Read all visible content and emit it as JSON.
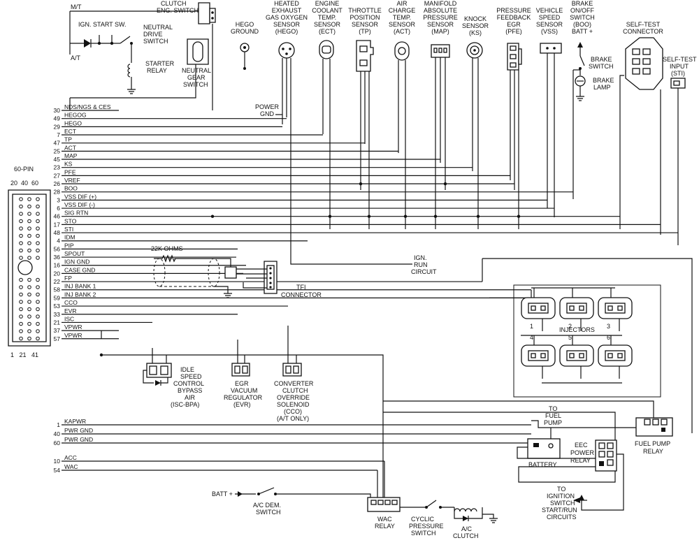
{
  "connector": {
    "title": "60-PIN",
    "top_pins": "20  40  60",
    "bottom_pins": "1   21   41"
  },
  "signals": [
    {
      "pin": "30",
      "name": "NDS/NGS & CES"
    },
    {
      "pin": "49",
      "name": "HEGOG"
    },
    {
      "pin": "29",
      "name": "HEGO"
    },
    {
      "pin": "7",
      "name": "ECT"
    },
    {
      "pin": "47",
      "name": "TP"
    },
    {
      "pin": "25",
      "name": "ACT"
    },
    {
      "pin": "45",
      "name": "MAP"
    },
    {
      "pin": "23",
      "name": "KS"
    },
    {
      "pin": "27",
      "name": "PFE"
    },
    {
      "pin": "26",
      "name": "VREF"
    },
    {
      "pin": "28",
      "name": "BOO"
    },
    {
      "pin": "3",
      "name": "VSS DIF (+)"
    },
    {
      "pin": "6",
      "name": "VSS DIF (-)"
    },
    {
      "pin": "46",
      "name": "SIG RTN"
    },
    {
      "pin": "17",
      "name": "STO"
    },
    {
      "pin": "48",
      "name": "STI"
    },
    {
      "pin": "4",
      "name": "IDM"
    },
    {
      "pin": "56",
      "name": "PIP"
    },
    {
      "pin": "36",
      "name": "SPOUT"
    },
    {
      "pin": "16",
      "name": "IGN GND"
    },
    {
      "pin": "20",
      "name": "CASE GND"
    },
    {
      "pin": "22",
      "name": "FP"
    },
    {
      "pin": "58",
      "name": "INJ BANK 1"
    },
    {
      "pin": "59",
      "name": "INJ BANK 2"
    },
    {
      "pin": "53",
      "name": "CCO"
    },
    {
      "pin": "33",
      "name": "EVR"
    },
    {
      "pin": "21",
      "name": "ISC"
    },
    {
      "pin": "37",
      "name": "VPWR"
    },
    {
      "pin": "57",
      "name": "VPWR"
    }
  ],
  "power_signals": [
    {
      "pin": "1",
      "name": "KAPWR"
    },
    {
      "pin": "40",
      "name": "PWR GND"
    },
    {
      "pin": "60",
      "name": "PWR GND"
    },
    {
      "pin": "10",
      "name": "ACC"
    },
    {
      "pin": "54",
      "name": "WAC"
    }
  ],
  "sensors": [
    {
      "id": "hego_ground",
      "lines": [
        "HEGO",
        "GROUND"
      ]
    },
    {
      "id": "hego",
      "lines": [
        "HEATED",
        "EXHAUST",
        "GAS OXYGEN",
        "SENSOR",
        "(HEGO)"
      ]
    },
    {
      "id": "ect",
      "lines": [
        "ENGINE",
        "COOLANT",
        "TEMP.",
        "SENSOR",
        "(ECT)"
      ]
    },
    {
      "id": "tp",
      "lines": [
        "THROTTLE",
        "POSITION",
        "SENSOR",
        "(TP)"
      ]
    },
    {
      "id": "act",
      "lines": [
        "AIR",
        "CHARGE",
        "TEMP.",
        "SENSOR",
        "(ACT)"
      ]
    },
    {
      "id": "map",
      "lines": [
        "MANIFOLD",
        "ABSOLUTE",
        "PRESSURE",
        "SENSOR",
        "(MAP)"
      ]
    },
    {
      "id": "ks",
      "lines": [
        "KNOCK",
        "SENSOR",
        "(KS)"
      ]
    },
    {
      "id": "pfe",
      "lines": [
        "PRESSURE",
        "FEEDBACK",
        "EGR",
        "(PFE)"
      ]
    },
    {
      "id": "vss",
      "lines": [
        "VEHICLE",
        "SPEED",
        "SENSOR",
        "(VSS)"
      ]
    },
    {
      "id": "boo",
      "lines": [
        "BRAKE",
        "ON/OFF",
        "SWITCH",
        "(BOO)",
        "BATT +"
      ]
    },
    {
      "id": "self_test",
      "lines": [
        "SELF-TEST",
        "CONNECTOR"
      ]
    }
  ],
  "labels": {
    "mt": "M/T",
    "at": "A/T",
    "ign_start_sw": "IGN. START SW.",
    "neutral_drive_switch": [
      "NEUTRAL",
      "DRIVE",
      "SWITCH"
    ],
    "starter_relay": [
      "STARTER",
      "RELAY"
    ],
    "clutch_eng_switch": [
      "CLUTCH",
      "ENG. SWITCH"
    ],
    "neutral_gear_switch": [
      "NEUTRAL",
      "GEAR",
      "SWITCH"
    ],
    "power_gnd": [
      "POWER",
      "GND"
    ],
    "brake_switch": [
      "BRAKE",
      "SWITCH"
    ],
    "brake_lamp": [
      "BRAKE",
      "LAMP"
    ],
    "sti": [
      "SELF-TEST",
      "INPUT",
      "(STI)"
    ],
    "ign_run": [
      "IGN.",
      "RUN",
      "CIRCUIT"
    ],
    "resistor": "22K OHMS",
    "tfi": [
      "TFI",
      "CONNECTOR"
    ],
    "injectors": "INJECTORS",
    "inj_numbers": [
      "1",
      "2",
      "3",
      "4",
      "5",
      "6"
    ],
    "isc_bpa": [
      "IDLE",
      "SPEED",
      "CONTROL",
      "BYPASS",
      "AIR",
      "(ISC-BPA)"
    ],
    "evr": [
      "EGR",
      "VACUUM",
      "REGULATOR",
      "(EVR)"
    ],
    "cco": [
      "CONVERTER",
      "CLUTCH",
      "OVERRIDE",
      "SOLENOID",
      "(CCO)",
      "(A/T ONLY)"
    ],
    "to_fuel_pump": [
      "TO",
      "FUEL",
      "PUMP"
    ],
    "fuel_pump_relay": [
      "FUEL PUMP",
      "RELAY"
    ],
    "battery": "BATTERY",
    "eec_power_relay": [
      "EEC",
      "POWER",
      "RELAY"
    ],
    "to_ign_switch": [
      "TO",
      "IGNITION",
      "SWITCH",
      "START/RUN",
      "CIRCUITS"
    ],
    "batt_plus": "BATT +",
    "ac_dem_switch": [
      "A/C DEM.",
      "SWITCH"
    ],
    "wac_relay": [
      "WAC",
      "RELAY"
    ],
    "cyclic_switch": [
      "CYCLIC",
      "PRESSURE",
      "SWITCH"
    ],
    "ac_clutch": [
      "A/C",
      "CLUTCH"
    ]
  }
}
